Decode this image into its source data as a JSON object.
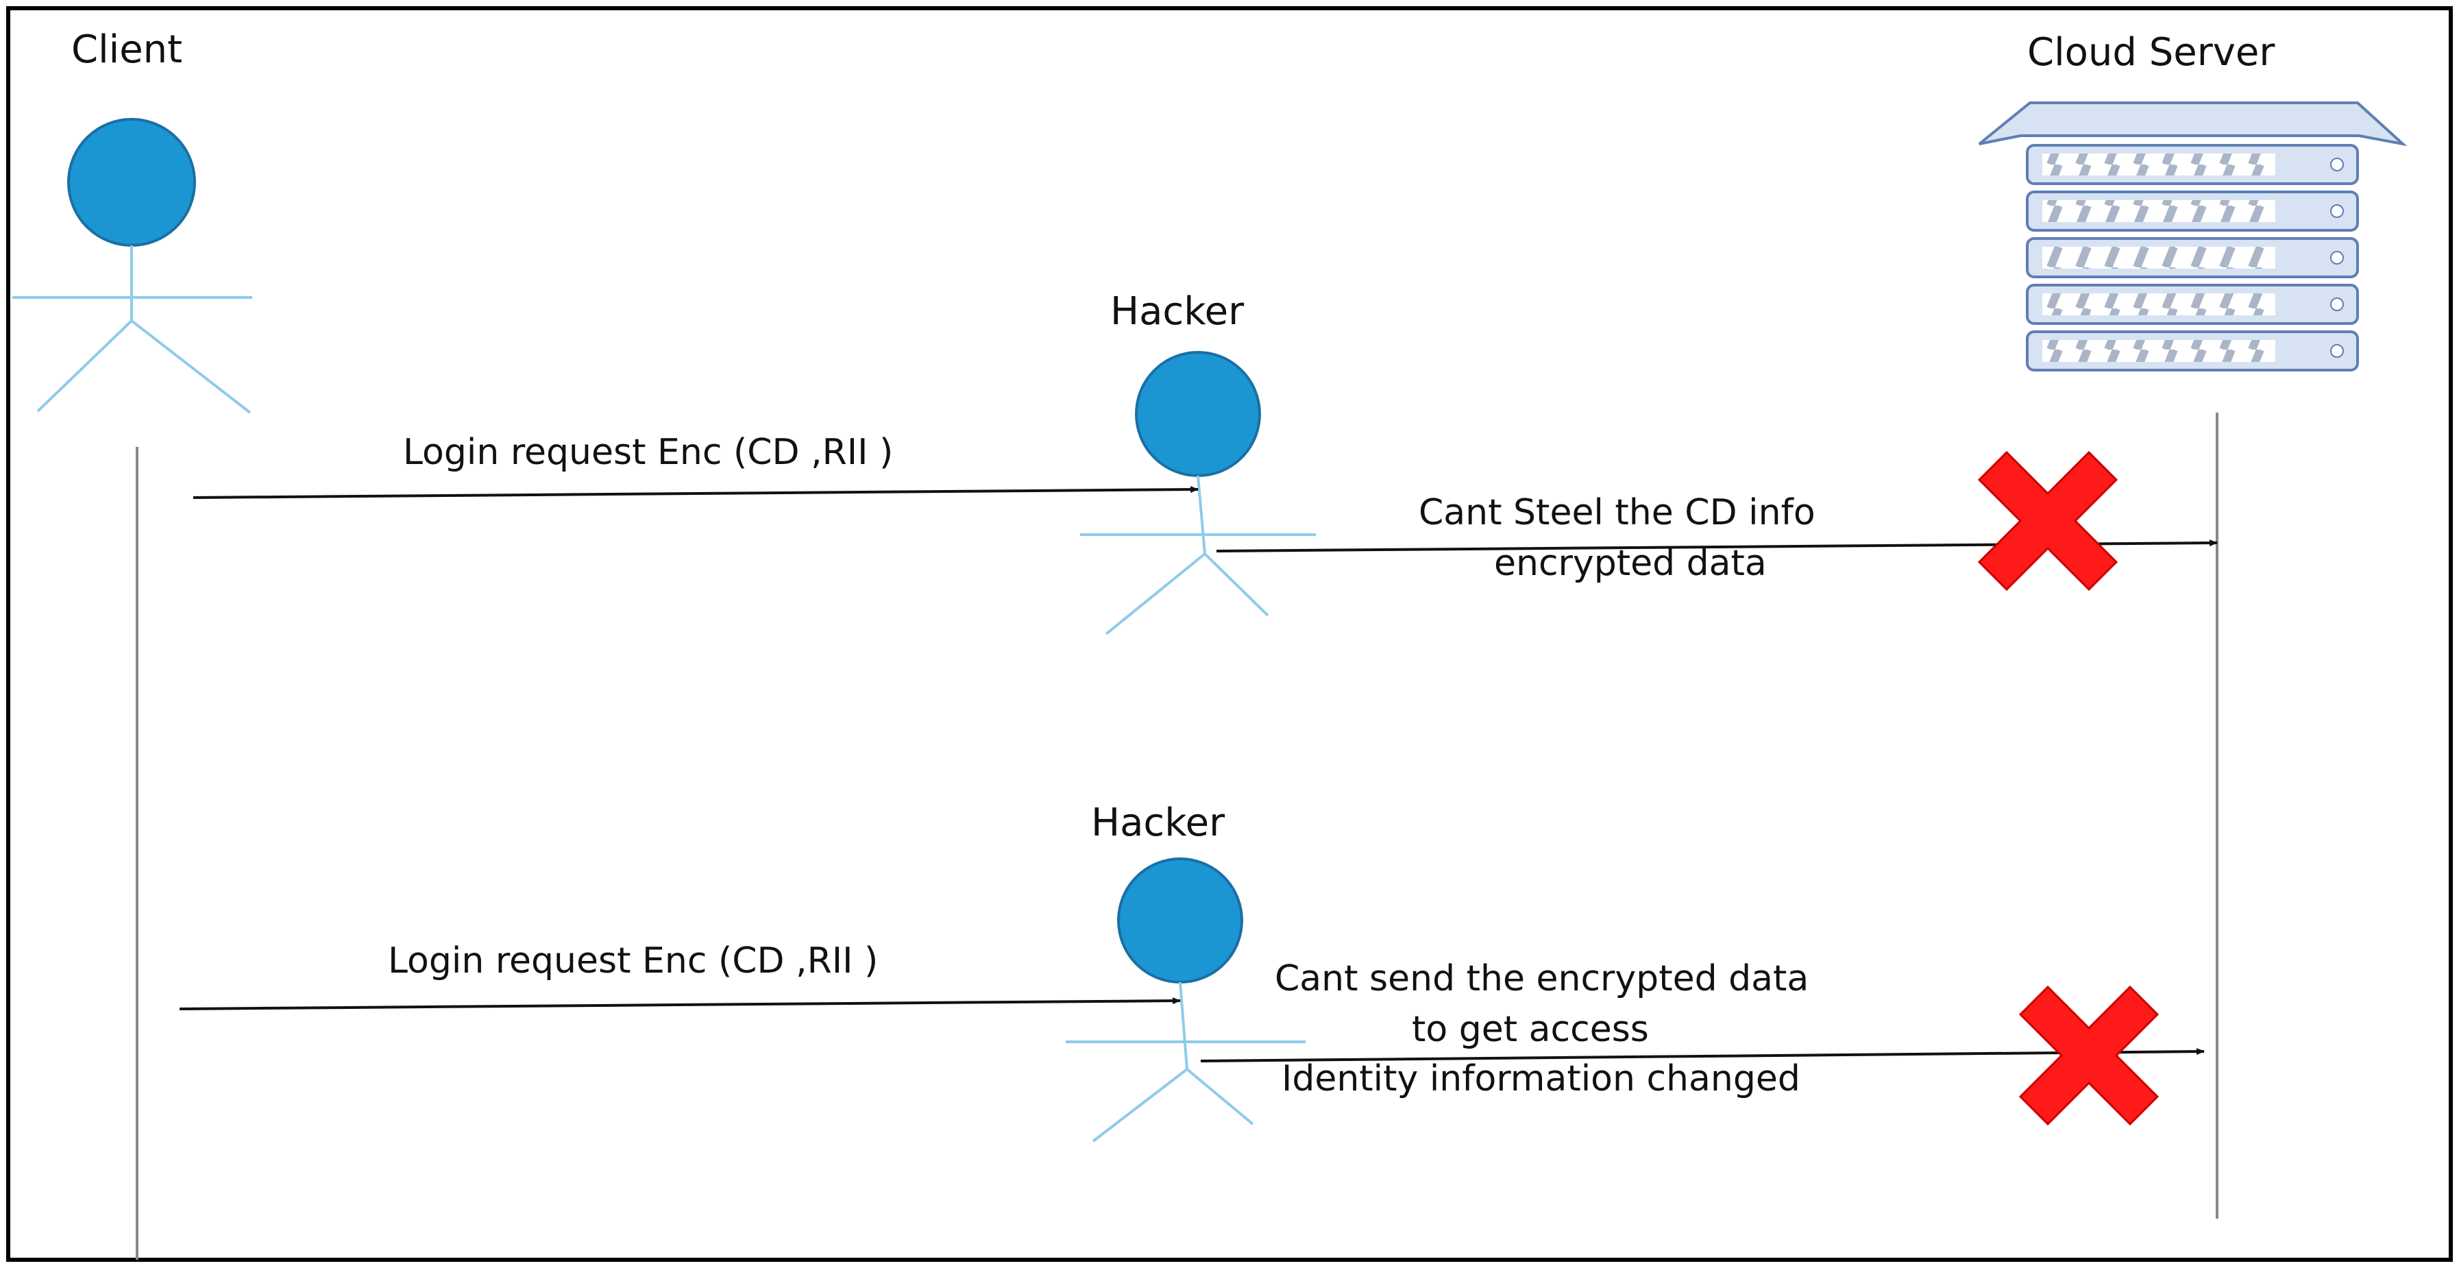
{
  "actors": {
    "client": "Client",
    "server": "Cloud Server",
    "hacker_top": "Hacker",
    "hacker_bottom": "Hacker"
  },
  "messages": {
    "login_top": "Login request Enc (CD ,RII )",
    "steal_line1": "Cant Steel the CD info",
    "steal_line2": "encrypted data",
    "login_bottom": "Login request Enc (CD ,RII )",
    "send_line1": "Cant send the encrypted data",
    "send_line2": "to get access",
    "send_line3": "Identity information changed"
  },
  "colors": {
    "actor_head": "#1b96d3",
    "actor_head_border": "#1a6fa5",
    "actor_body": "#8fcbea",
    "server_fill": "#d7e2f2",
    "server_border": "#5f7fb4",
    "blocked_x": "#ff1a1a"
  },
  "icons": {
    "server": "server-rack-icon",
    "blocked": "red-x-icon",
    "person": "stick-figure-icon"
  }
}
